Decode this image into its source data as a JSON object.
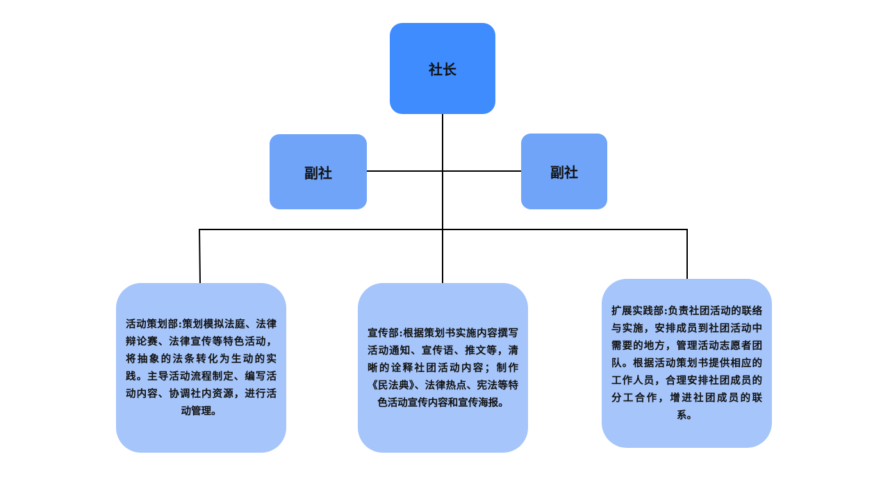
{
  "colors": {
    "president_fill": "#3f8cff",
    "vice_fill": "#6fa4f9",
    "dept_fill": "#a6c5fa",
    "connector": "#000000"
  },
  "president": {
    "label": "社长"
  },
  "vice_presidents": [
    {
      "label": "副社"
    },
    {
      "label": "副社"
    }
  ],
  "departments": [
    {
      "text": "活动策划部:策划模拟法庭、法律辩论赛、法律宣传等特色活动，将抽象的法条转化为生动的实践。主导活动流程制定、编写活动内容、协调社内资源，进行活动管理。"
    },
    {
      "text": "宣传部:根据策划书实施内容撰写活动通知、宣传语、推文等，清晰的诠释社团活动内容；制作《民法典》、法律热点、宪法等特色活动宣传内容和宣传海报。"
    },
    {
      "text": "扩展实践部:负责社团活动的联络与实施，安排成员到社团活动中需要的地方，管理活动志愿者团队。根据活动策划书提供相应的工作人员，合理安排社团成员的分工合作，增进社团成员的联系。"
    }
  ]
}
